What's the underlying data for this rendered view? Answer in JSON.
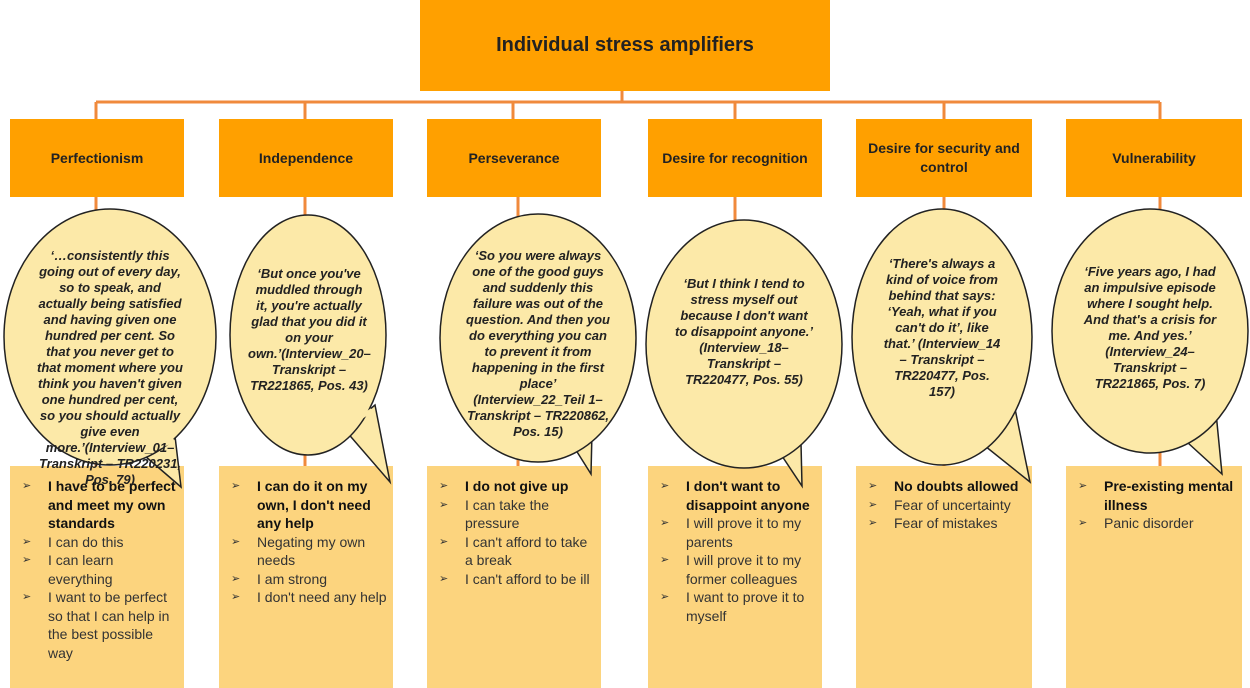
{
  "title": "Individual stress amplifiers",
  "columns": [
    {
      "category": "Perfectionism",
      "quote": "‘…consistently this going out of every day, so to speak, and actually being satisfied and having given one hundred per cent. So that you never get to that moment where you think you haven't given one hundred per cent, so you should actually give even more.’(Interview_01–Transkript – TR220231, Pos. 79)",
      "items": [
        {
          "text": "I have to be perfect and meet my own standards",
          "bold": true
        },
        {
          "text": "I can do this",
          "bold": false
        },
        {
          "text": "I can learn everything",
          "bold": false
        },
        {
          "text": "I want to be perfect so that I can help in the best possible way",
          "bold": false
        }
      ]
    },
    {
      "category": "Independence",
      "quote": "‘But once you've muddled through it, you're actually glad that you did it on your own.’(Interview_20–Transkript – TR221865, Pos. 43)",
      "items": [
        {
          "text": "I can do it on my own, I don't need any help",
          "bold": true
        },
        {
          "text": "Negating my own needs",
          "bold": false
        },
        {
          "text": "I am strong",
          "bold": false
        },
        {
          "text": "I don't need any help",
          "bold": false
        }
      ]
    },
    {
      "category": "Perseverance",
      "quote": "‘So you were always one of the good guys and suddenly this failure was out of the question. And then you do everything you can to prevent it from happening in the first place’ (Interview_22_Teil 1– Transkript – TR220862, Pos. 15)",
      "items": [
        {
          "text": "I do not give up",
          "bold": true
        },
        {
          "text": "I can take the pressure",
          "bold": false
        },
        {
          "text": "I can't afford to take a break",
          "bold": false
        },
        {
          "text": "I can't afford to be ill",
          "bold": false
        }
      ]
    },
    {
      "category": "Desire for recognition",
      "quote": "‘But I think I tend to stress myself out because I don't want to disappoint anyone.’ (Interview_18–Transkript – TR220477, Pos. 55)",
      "items": [
        {
          "text": "I don't want to disappoint anyone",
          "bold": true
        },
        {
          "text": "I will prove it to my parents",
          "bold": false
        },
        {
          "text": "I will prove it to my former colleagues",
          "bold": false
        },
        {
          "text": "I want to prove it to myself",
          "bold": false
        }
      ]
    },
    {
      "category": "Desire for security and control",
      "quote": "‘There's always a kind of voice from behind that says: ‘Yeah, what if you can't do it’, like that.’ (Interview_14 – Transkript – TR220477, Pos. 157)",
      "items": [
        {
          "text": "No doubts allowed",
          "bold": true
        },
        {
          "text": "Fear of uncertainty",
          "bold": false
        },
        {
          "text": "Fear of mistakes",
          "bold": false
        }
      ]
    },
    {
      "category": "Vulnerability",
      "quote": "‘Five years ago, I had an impulsive episode where I sought help. And that's a crisis for me. And yes.’ (Interview_24–Transkript – TR221865, Pos. 7)",
      "items": [
        {
          "text": "Pre-existing mental illness",
          "bold": true
        },
        {
          "text": "Panic disorder",
          "bold": false
        }
      ]
    }
  ]
}
